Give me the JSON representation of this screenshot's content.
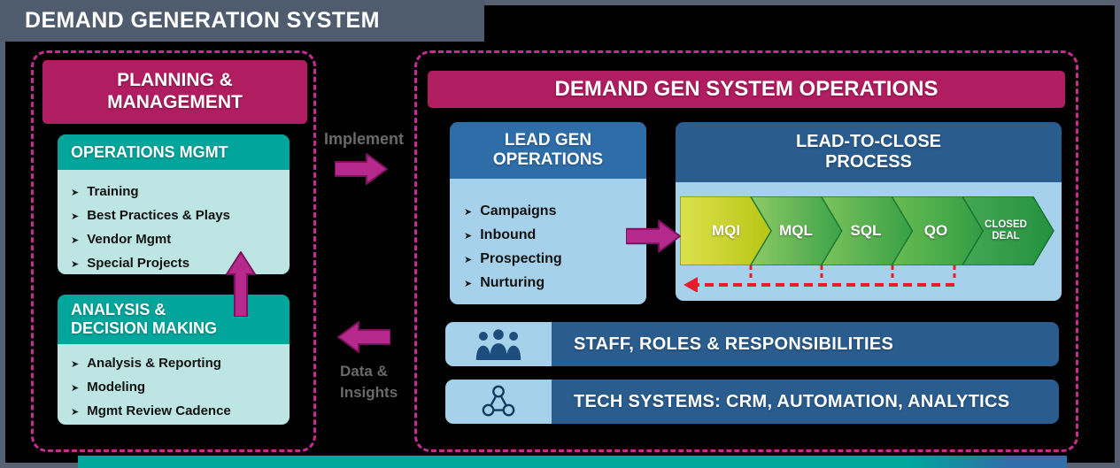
{
  "title": "DEMAND GENERATION SYSTEM",
  "colors": {
    "frame_slate": "#566274",
    "crimson": "#b01d60",
    "magenta_arrow": "#b72a8d",
    "dashed_border": "#c62d90",
    "teal": "#00a59b",
    "teal_light": "#bce5e3",
    "blue": "#2e6da8",
    "blue_dark": "#2a5c8e",
    "blue_light": "#a5d2ea",
    "feedback_red": "#ea1c2c",
    "chevron_stage_colors": [
      "#b8c513",
      "#3ca249",
      "#37a046",
      "#329d44",
      "#23913f"
    ]
  },
  "planning": {
    "header": "PLANNING & MANAGEMENT",
    "operations_mgmt": {
      "header": "OPERATIONS MGMT",
      "items": [
        "Training",
        "Best Practices & Plays",
        "Vendor Mgmt",
        "Special Projects"
      ]
    },
    "analysis": {
      "header": "ANALYSIS & DECISION MAKING",
      "items": [
        "Analysis & Reporting",
        "Modeling",
        "Mgmt Review Cadence"
      ]
    }
  },
  "connectors": {
    "implement": "Implement",
    "data_insights": "Data & Insights"
  },
  "operations": {
    "header": "DEMAND GEN SYSTEM OPERATIONS",
    "lead_gen": {
      "header": "LEAD GEN OPERATIONS",
      "items": [
        "Campaigns",
        "Inbound",
        "Prospecting",
        "Nurturing"
      ]
    },
    "lead_to_close": {
      "header": "LEAD-TO-CLOSE PROCESS",
      "stages": [
        "MQI",
        "MQL",
        "SQL",
        "QO",
        "CLOSED DEAL"
      ]
    },
    "staff": "STAFF, ROLES & RESPONSIBILITIES",
    "tech": "TECH SYSTEMS: CRM, AUTOMATION, ANALYTICS"
  }
}
